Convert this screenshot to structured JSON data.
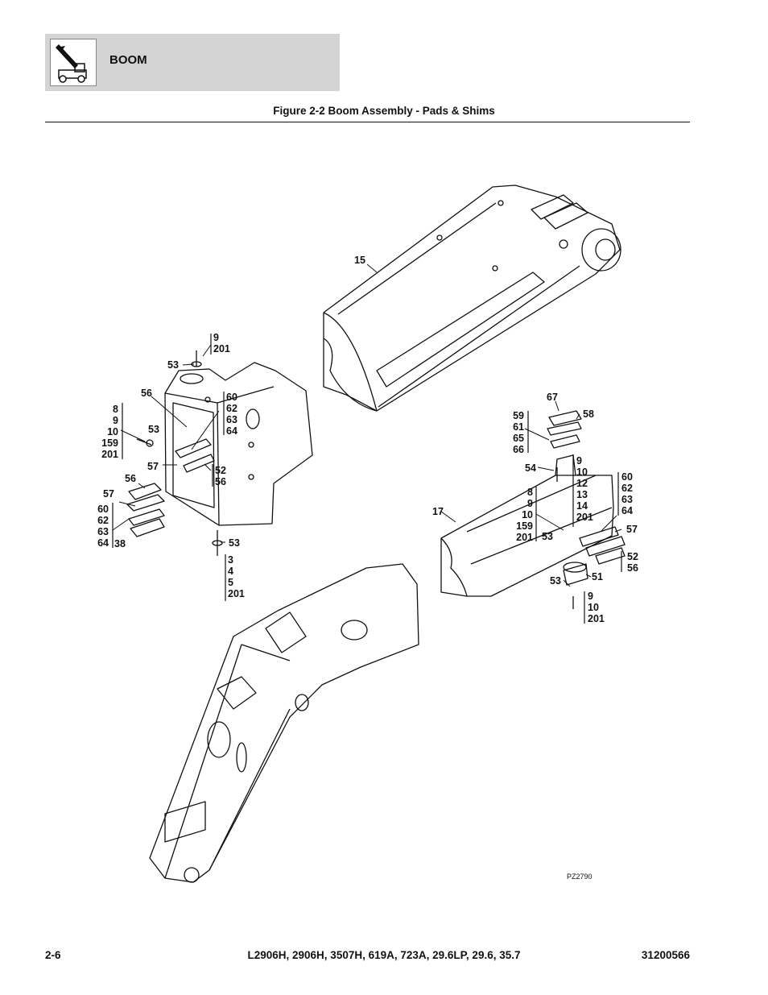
{
  "header": {
    "section_title": "BOOM",
    "icon": "boom-lift-icon"
  },
  "figure": {
    "title": "Figure 2-2 Boom Assembly - Pads & Shims",
    "drawing_id": "PZ2790"
  },
  "callouts": {
    "upper_boom": "15",
    "mid_boom": "17",
    "top_screw_group": [
      "9",
      "201"
    ],
    "top_washer": "53",
    "pad_left": "56",
    "left_stack": [
      "8",
      "9",
      "10",
      "159",
      "201"
    ],
    "side_washer": "53",
    "upper_shim_group": [
      "60",
      "62",
      "63",
      "64"
    ],
    "shim_57": "57",
    "right_pad_group": [
      "52",
      "56"
    ],
    "left_pad": "56",
    "left_pad_57": "57",
    "left_shim_group": [
      "60",
      "62",
      "63",
      "64"
    ],
    "left_shim_38": "38",
    "bottom_washer": "53",
    "bottom_screw_group": [
      "3",
      "4",
      "5",
      "201"
    ],
    "top_pad": "67",
    "top_pad_58": "58",
    "top_shim_group": [
      "59",
      "61",
      "65",
      "66"
    ],
    "bracket_54": "54",
    "bracket_group": [
      "9",
      "10",
      "12",
      "13",
      "14",
      "201"
    ],
    "mid_stack": [
      "8",
      "9",
      "10",
      "159",
      "201"
    ],
    "mid_washer": "53",
    "right_shim_group": [
      "60",
      "62",
      "63",
      "64"
    ],
    "right_57": "57",
    "right_pad_52_56": [
      "52",
      "56"
    ],
    "pad_51": "51",
    "lower_washer": "53",
    "lower_screw_group": [
      "9",
      "10",
      "201"
    ]
  },
  "footer": {
    "page_number": "2-6",
    "models": "L2906H, 2906H, 3507H, 619A, 723A, 29.6LP, 29.6, 35.7",
    "doc_number": "31200566"
  }
}
